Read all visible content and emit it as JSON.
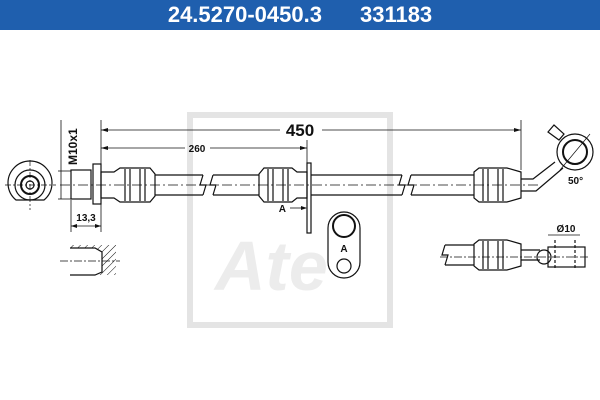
{
  "header": {
    "part_number": "24.5270-0450.3",
    "ref_number": "331183",
    "background_color": "#1f5fae"
  },
  "drawing": {
    "total_length": "450",
    "bracket_distance": "260",
    "thread": "M10x1",
    "fitting_length": "13,3",
    "bend_angle": "50°",
    "banjo_diameter": "Ø10",
    "view_label": "A",
    "detail_label": "A",
    "watermark_logo": "Ate"
  }
}
